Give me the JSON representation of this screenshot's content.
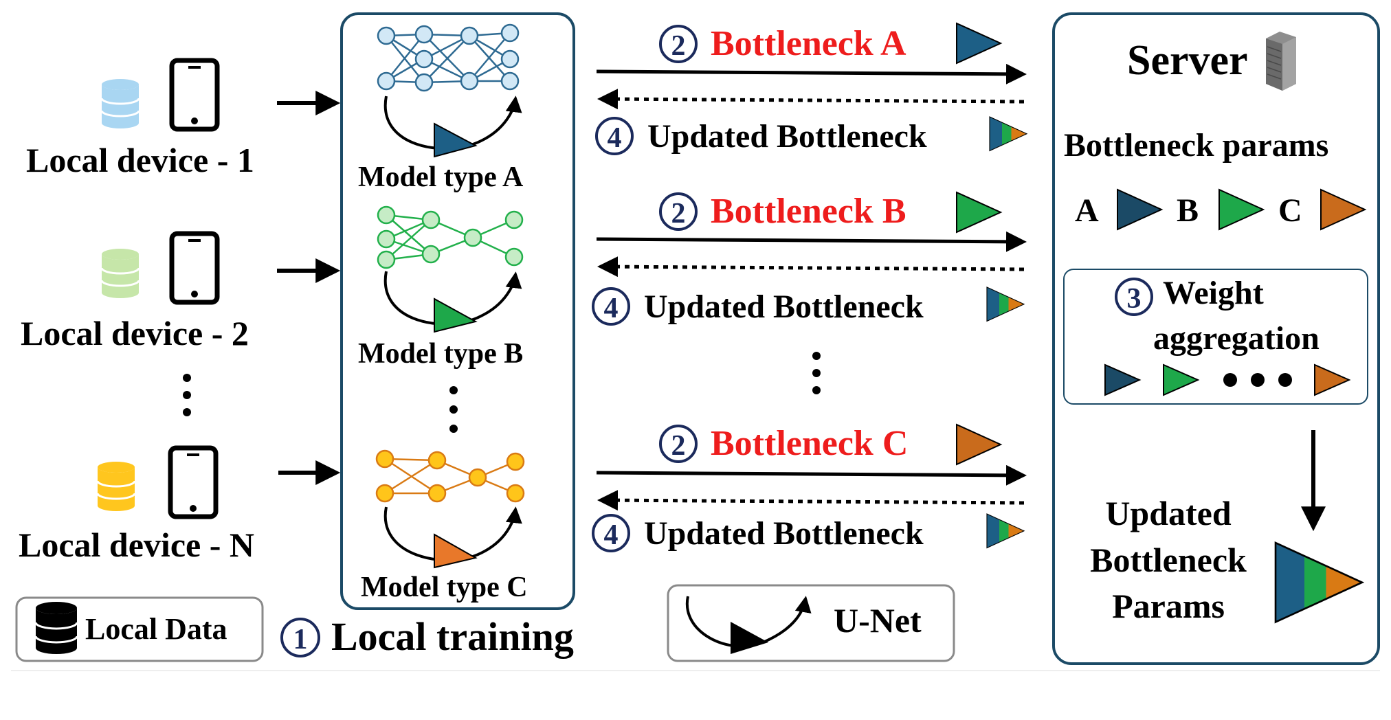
{
  "devices": [
    {
      "label": "Local device - 1",
      "db_color": "#a9d6f2"
    },
    {
      "label": "Local device - 2",
      "db_color": "#c6e6a9"
    },
    {
      "label": "Local device - N",
      "db_color": "#ffc61e"
    }
  ],
  "models": [
    {
      "label": "Model type A",
      "node_fill": "#d2e8f6",
      "node_stroke": "#2e6a92",
      "tri_color": "#1d5f86"
    },
    {
      "label": "Model type B",
      "node_fill": "#c6ecc6",
      "node_stroke": "#22b04b",
      "tri_color": "#1ea84a"
    },
    {
      "label": "Model type C",
      "node_fill": "#ffc51a",
      "node_stroke": "#d97a14",
      "tri_color": "#e8782a"
    }
  ],
  "links": [
    {
      "send_step": "2",
      "send_label": "Bottleneck A",
      "send_color": "#1d5f86",
      "recv_step": "4",
      "recv_label": "Updated Bottleneck"
    },
    {
      "send_step": "2",
      "send_label": "Bottleneck B",
      "send_color": "#1ea84a",
      "recv_step": "4",
      "recv_label": "Updated Bottleneck"
    },
    {
      "send_step": "2",
      "send_label": "Bottleneck C",
      "send_color": "#c96b1c",
      "recv_step": "4",
      "recv_label": "Updated Bottleneck"
    }
  ],
  "server": {
    "title": "Server",
    "params_title": "Bottleneck params",
    "params": [
      {
        "letter": "A",
        "color": "#1b4a66"
      },
      {
        "letter": "B",
        "color": "#1ea84a"
      },
      {
        "letter": "C",
        "color": "#c96b1c"
      }
    ],
    "agg_step": "3",
    "agg_line1": "Weight",
    "agg_line2": "aggregation",
    "updated_lines": [
      "Updated",
      "Bottleneck",
      "Params"
    ]
  },
  "legend": {
    "local_data": "Local Data",
    "unet": "U-Net",
    "local_training_step": "1",
    "local_training": "Local training"
  },
  "colors": {
    "frame": "#1b4a66",
    "mixed": [
      "#1d5f86",
      "#1ea84a",
      "#d97a14"
    ],
    "server_icon": "#7d7d7d"
  }
}
